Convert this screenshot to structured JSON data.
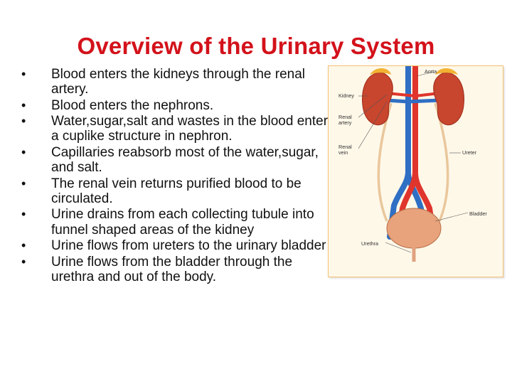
{
  "slide": {
    "title": "Overview of the Urinary System",
    "bullets": [
      "Blood enters the kidneys through the renal artery.",
      "Blood enters the nephrons.",
      "Water,sugar,salt and wastes in the blood enter a cuplike structure in nephron.",
      "Capillaries reabsorb most of the water,sugar, and salt.",
      "The renal vein returns purified blood to be circulated.",
      "Urine drains from each collecting tubule into funnel shaped areas of the kidney",
      "Urine flows from ureters to the urinary bladder",
      "Urine flows from  the bladder through the urethra and out of the body."
    ]
  },
  "figure": {
    "labels": {
      "aorta": "Aorta",
      "kidney": "Kidney",
      "renal_artery_1": "Renal",
      "renal_artery_2": "artery",
      "renal_vein_1": "Renal",
      "renal_vein_2": "vein",
      "ureter": "Ureter",
      "bladder": "Bladder",
      "urethra": "Urethra"
    }
  },
  "colors": {
    "title": "#d3121b",
    "kidney": "#c8452e",
    "artery": "#e0352c",
    "vein": "#2f6fc4",
    "bladder": "#e8a37c"
  }
}
